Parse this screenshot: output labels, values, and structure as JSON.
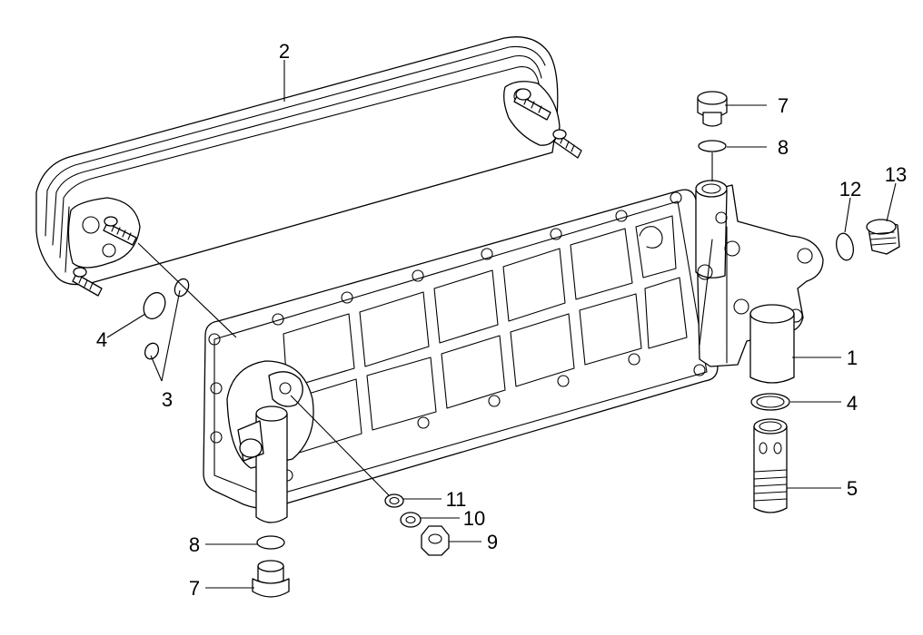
{
  "diagram": {
    "callouts": [
      {
        "id": "c1",
        "label": "1",
        "part": "oil-cooler-housing"
      },
      {
        "id": "c2",
        "label": "2",
        "part": "oil-cooler-core"
      },
      {
        "id": "c3",
        "label": "3",
        "part": "o-ring-small-pair"
      },
      {
        "id": "c4a",
        "label": "4",
        "part": "o-ring-large-left"
      },
      {
        "id": "c4b",
        "label": "4",
        "part": "sealing-ring-right"
      },
      {
        "id": "c5",
        "label": "5",
        "part": "oil-filter-bypass-valve"
      },
      {
        "id": "c7a",
        "label": "7",
        "part": "screw-plug-top"
      },
      {
        "id": "c7b",
        "label": "7",
        "part": "screw-plug-bottom"
      },
      {
        "id": "c8a",
        "label": "8",
        "part": "o-ring-top"
      },
      {
        "id": "c8b",
        "label": "8",
        "part": "o-ring-bottom"
      },
      {
        "id": "c9",
        "label": "9",
        "part": "hex-nut"
      },
      {
        "id": "c10",
        "label": "10",
        "part": "washer"
      },
      {
        "id": "c11",
        "label": "11",
        "part": "sealing-washer"
      },
      {
        "id": "c12",
        "label": "12",
        "part": "o-ring-plug-right"
      },
      {
        "id": "c13",
        "label": "13",
        "part": "screw-plug-right"
      }
    ]
  }
}
